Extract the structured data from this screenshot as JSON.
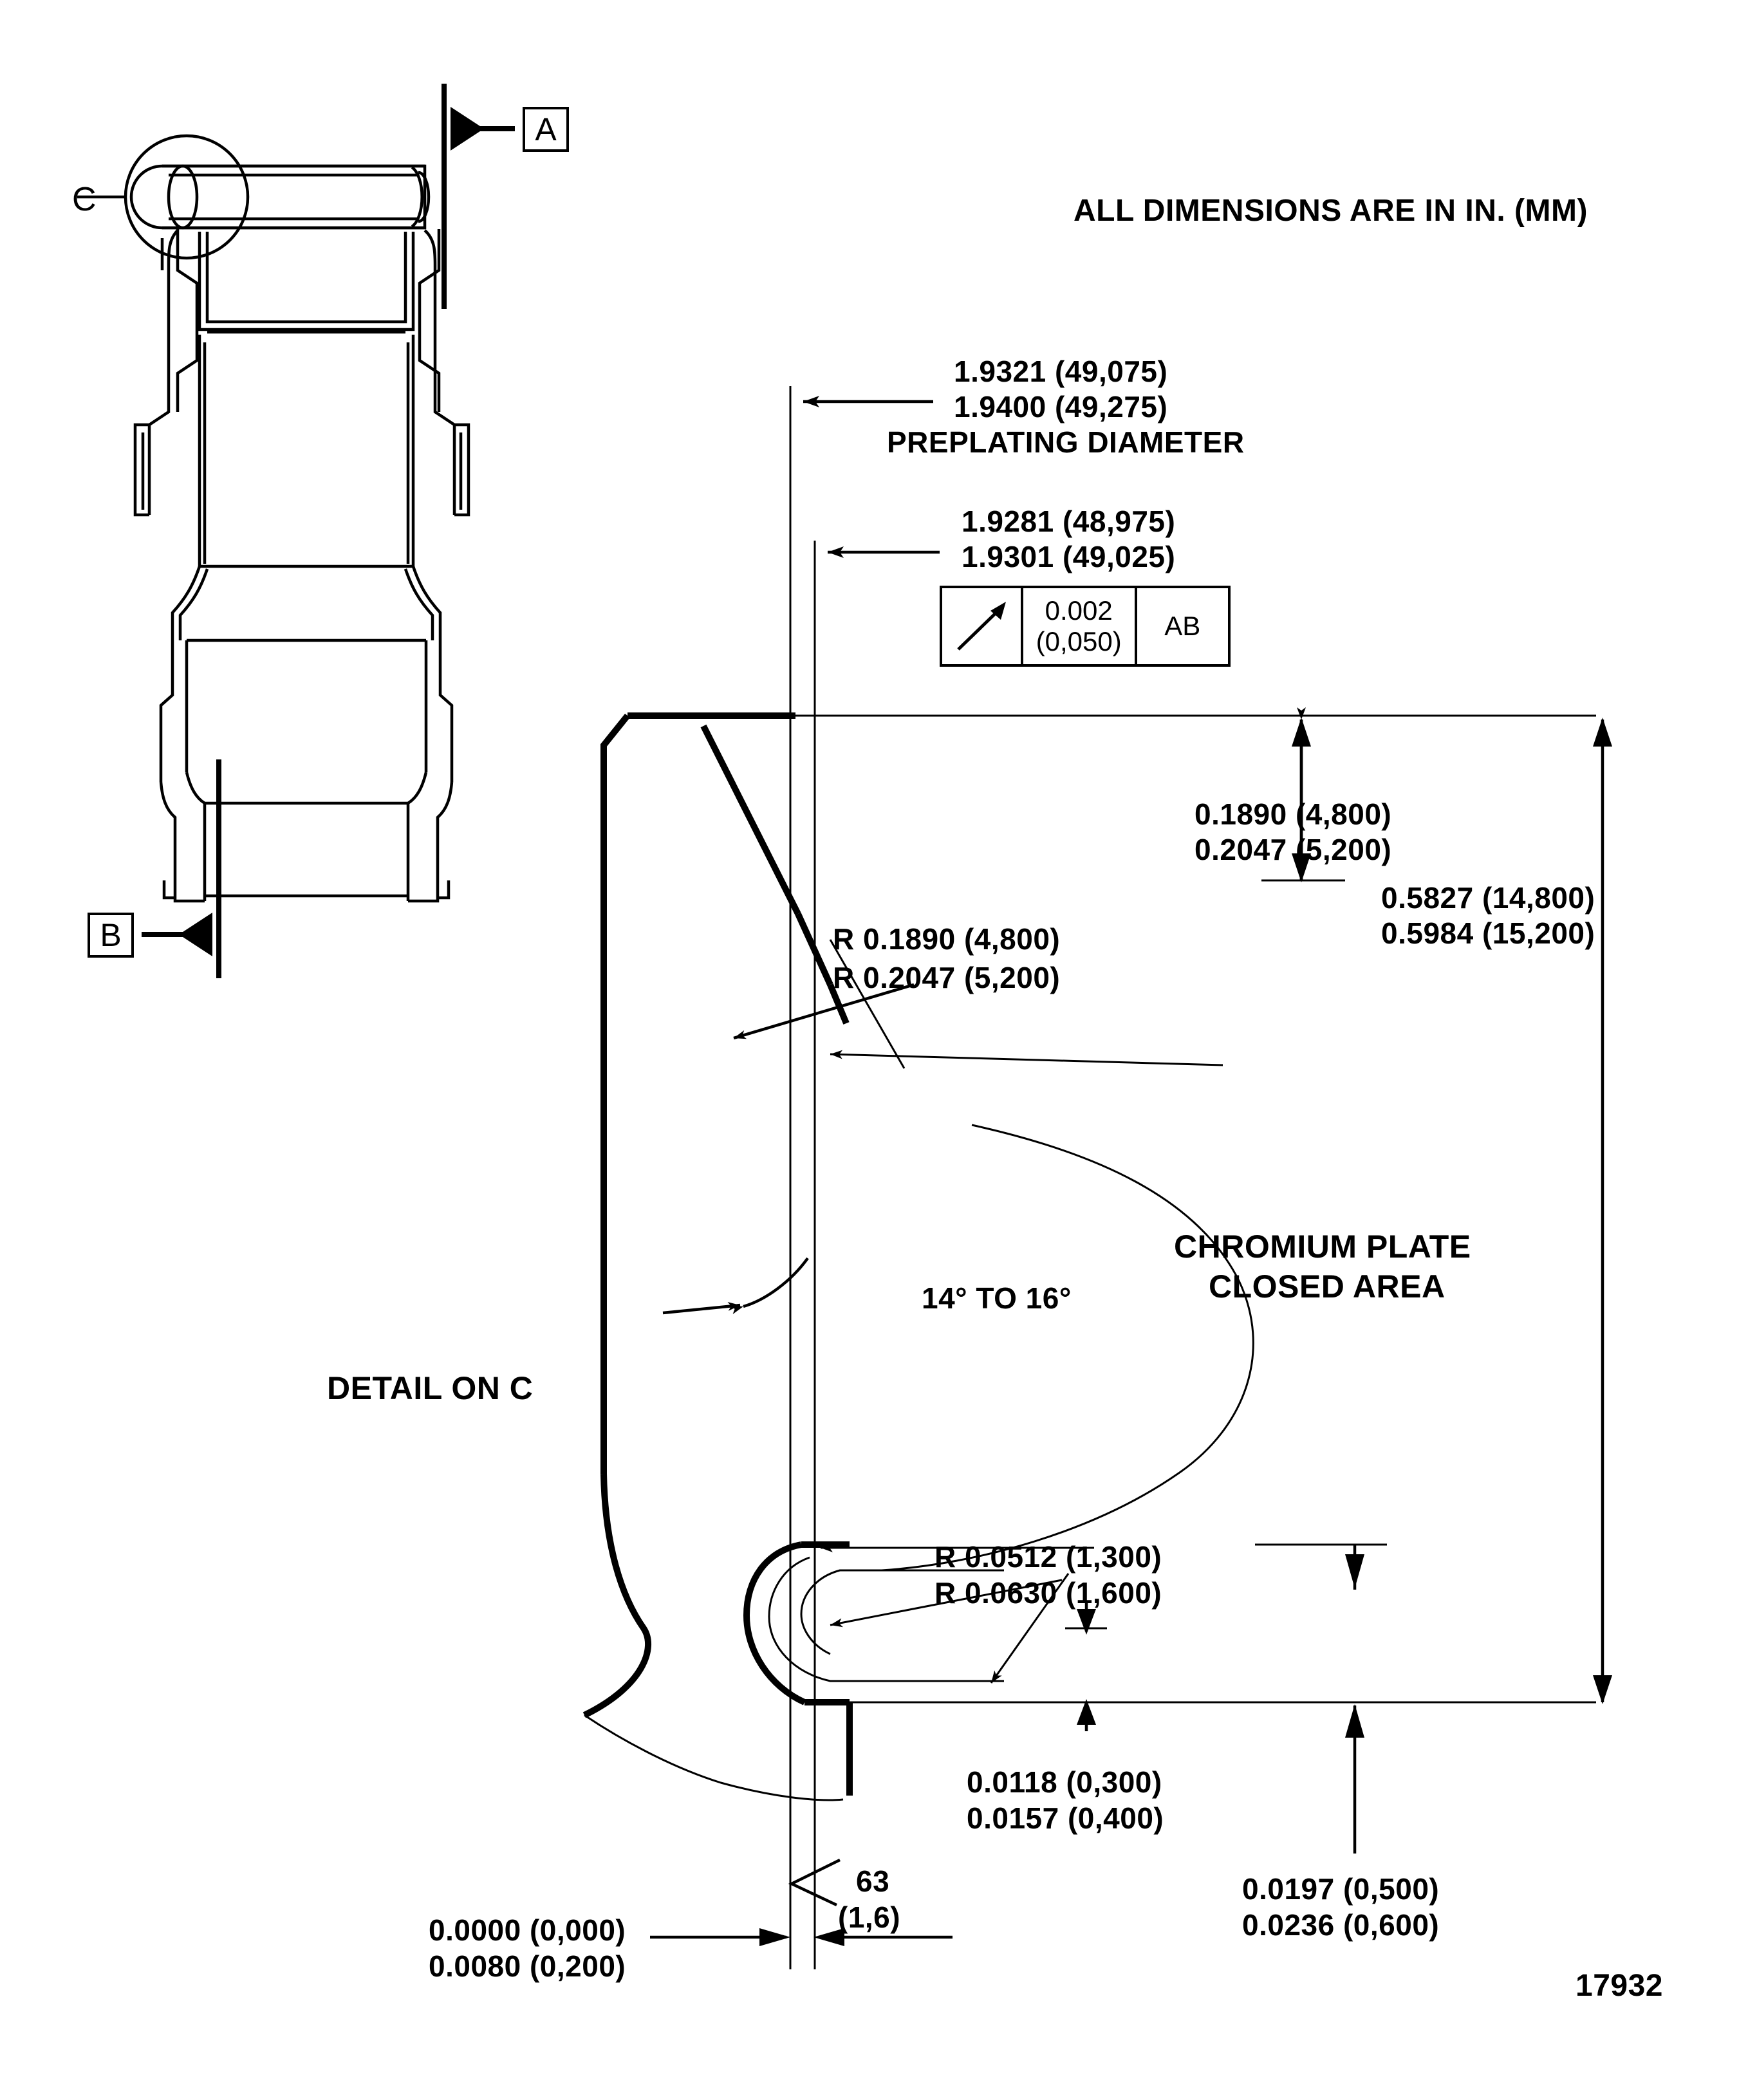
{
  "drawing": {
    "title_note": "ALL DIMENSIONS ARE IN IN. (MM)",
    "figure_number": "17932",
    "detail_label": "DETAIL ON C",
    "section_markers": {
      "a": "A",
      "b": "B",
      "c": "C"
    },
    "dimensions": {
      "preplating": {
        "line1": "1.9321 (49,075)",
        "line2": "1.9400 (49,275)",
        "caption": "PREPLATING DIAMETER"
      },
      "plated_diameter": {
        "line1": "1.9281 (48,975)",
        "line2": "1.9301 (49,025)"
      },
      "gdt": {
        "symbol": "circular-runout",
        "tolerance_in": "0.002",
        "tolerance_mm": "(0,050)",
        "datum": "AB"
      },
      "upper_height": {
        "line1": "0.1890 (4,800)",
        "line2": "0.2047 (5,200)"
      },
      "overall_height": {
        "line1": "0.5827 (14,800)",
        "line2": "0.5984 (15,200)"
      },
      "radius_upper": {
        "line1": "R 0.1890 (4,800)",
        "line2": "R 0.2047 (5,200)"
      },
      "radius_lower": {
        "line1": "R 0.0512 (1,300)",
        "line2": "R 0.0630 (1,600)"
      },
      "angle": "14° TO 16°",
      "chromium": {
        "line1": "CHROMIUM PLATE",
        "line2": "CLOSED AREA"
      },
      "thickness_small": {
        "line1": "0.0118 (0,300)",
        "line2": "0.0157 (0,400)"
      },
      "step_right": {
        "line1": "0.0197 (0,500)",
        "line2": "0.0236 (0,600)"
      },
      "offset_bottom": {
        "line1": "0.0000 (0,000)",
        "line2": "0.0080 (0,200)"
      },
      "surface_finish": {
        "value_in": "63",
        "value_mm": "(1,6)"
      }
    }
  }
}
